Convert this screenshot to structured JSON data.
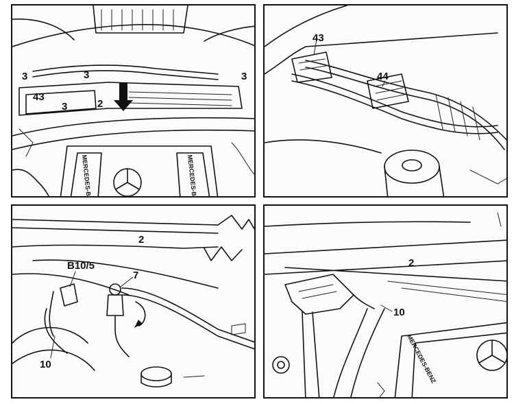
{
  "panels": [
    {
      "callouts": [
        "3",
        "3",
        "3",
        "43",
        "3",
        "2"
      ],
      "badge_text": "MERCEDES-BENZ",
      "badge_text_right": "MERCEDES-BENZ"
    },
    {
      "callouts": [
        "43",
        "44"
      ]
    },
    {
      "callouts": [
        "2",
        "B10/5",
        "7",
        "10"
      ]
    },
    {
      "callouts": [
        "2",
        "10"
      ],
      "badge_text": "MERCEDES-BENZ"
    }
  ]
}
